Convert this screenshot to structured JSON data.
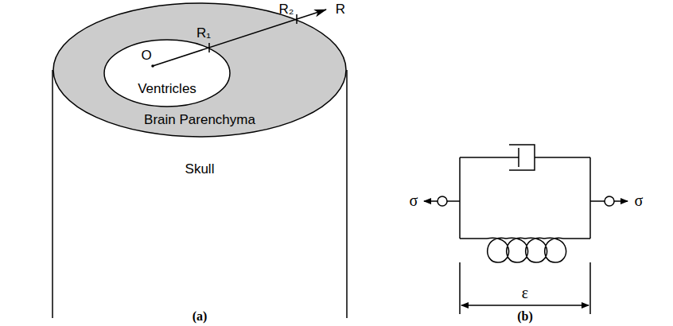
{
  "diagram": {
    "nodes": [
      {
        "text": [
          "Brain Parenchyma"
        ]
      },
      {
        "text": [
          "Ventricles"
        ],
        "in": 0
      }
    ],
    "labels": [
      "O",
      "R₁",
      "R₂",
      "R",
      "Skull",
      "(a)",
      "σ",
      "σ",
      "ε",
      "(b)"
    ]
  }
}
